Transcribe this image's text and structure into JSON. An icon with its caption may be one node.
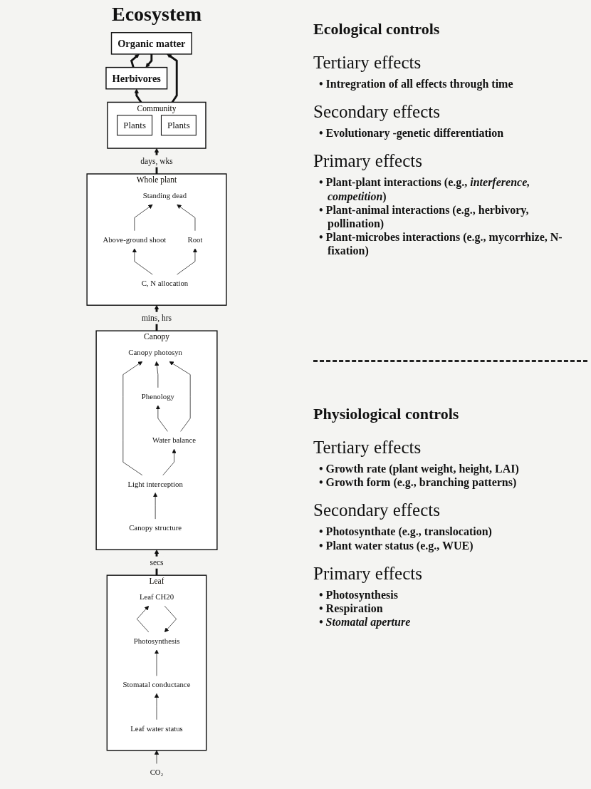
{
  "diagram": {
    "nodes": [
      {
        "text": [
          "Organic matter"
        ]
      },
      {
        "text": [
          "Herbivores"
        ]
      },
      {
        "text": [
          "Community"
        ]
      },
      {
        "text": [
          "Plants"
        ],
        "in": 2
      },
      {
        "text": [
          "Plants"
        ],
        "in": 2
      },
      {
        "text": [
          "Whole plant"
        ]
      },
      {
        "text": [
          "Above-ground shoot"
        ],
        "in": 5
      },
      {
        "text": [
          "C, N allocation"
        ],
        "in": 5
      },
      {
        "text": [
          "Standing dead"
        ],
        "in": 5
      },
      {
        "text": [
          "Root"
        ],
        "in": 5
      },
      {
        "text": [
          "Canopy"
        ]
      },
      {
        "text": [
          "Canopy photosyn"
        ],
        "in": 10
      },
      {
        "text": [
          "Light interception"
        ],
        "in": 10
      },
      {
        "text": [
          "Canopy structure"
        ],
        "in": 10
      },
      {
        "text": [
          "Water balance"
        ],
        "in": 10
      },
      {
        "text": [
          "Phenology"
        ],
        "in": 10
      },
      {
        "text": [
          "Leaf"
        ]
      },
      {
        "text": [
          "Photosynthesis"
        ],
        "in": 16
      },
      {
        "text": [
          "Stomatal conductance"
        ],
        "in": 16
      },
      {
        "text": [
          "Leaf CH20"
        ],
        "in": 16
      },
      {
        "text": [
          "Leaf water status"
        ],
        "in": 16
      },
      {
        "text": [
          "CO₂"
        ]
      }
    ],
    "edges": [
      {
        "from": 0,
        "to": 1,
        "arrow": "to",
        "style": "thick"
      },
      {
        "from": 1,
        "to": 0,
        "arrow": "to",
        "style": "thick"
      },
      {
        "from": 2,
        "to": 1,
        "arrow": "to",
        "style": "thick"
      },
      {
        "from": 2,
        "to": 0,
        "arrow": "to",
        "style": "thick"
      },
      {
        "from": 5,
        "to": 2,
        "arrow": "to",
        "style": "thick",
        "label": "days, wks"
      },
      {
        "from": 10,
        "to": 5,
        "arrow": "to",
        "style": "thick",
        "label": "mins, hrs"
      },
      {
        "from": 16,
        "to": 10,
        "arrow": "to",
        "style": "thick",
        "label": "secs"
      },
      {
        "from": 7,
        "to": 6,
        "arrow": "to"
      },
      {
        "from": 7,
        "to": 9,
        "arrow": "to"
      },
      {
        "from": 6,
        "to": 8,
        "arrow": "to"
      },
      {
        "from": 9,
        "to": 8,
        "arrow": "to"
      },
      {
        "from": 12,
        "to": 11,
        "arrow": "to"
      },
      {
        "from": 15,
        "to": 11,
        "arrow": "to"
      },
      {
        "from": 13,
        "to": 12,
        "arrow": "to"
      },
      {
        "from": 12,
        "to": 14,
        "arrow": "to"
      },
      {
        "from": 14,
        "to": 15,
        "arrow": "to"
      },
      {
        "from": 14,
        "to": 11,
        "arrow": "to"
      },
      {
        "from": 18,
        "to": 17,
        "arrow": "to"
      },
      {
        "from": 17,
        "to": 19,
        "arrow": "to"
      },
      {
        "from": 19,
        "to": 17,
        "arrow": "to"
      },
      {
        "from": 20,
        "to": 18,
        "arrow": "to"
      },
      {
        "from": 21,
        "to": 16,
        "arrow": "to"
      }
    ],
    "labels": [
      "Ecosystem",
      "Ecological controls",
      "Tertiary effects",
      "• Intregration of all effects through time",
      "Secondary effects",
      "• Evolutionary -genetic differentiation",
      "Primary effects",
      "• Plant-plant interactions (e.g., *interference, competition*)",
      "• Plant-animal interactions (e.g., herbivory, pollination)",
      "• Plant-microbes interactions (e.g., mycorrhize, N-fixation)",
      "Physiological controls",
      "Tertiary effects",
      "• Growth rate (plant weight, height, LAI)",
      "• Growth form (e.g., branching patterns)",
      "Secondary effects",
      "• Photosynthate (e.g., translocation)",
      "• Plant water status (e.g., WUE)",
      "Primary effects",
      "• Photosynthesis",
      "• Respiration",
      "• Stomatal aperture"
    ]
  }
}
